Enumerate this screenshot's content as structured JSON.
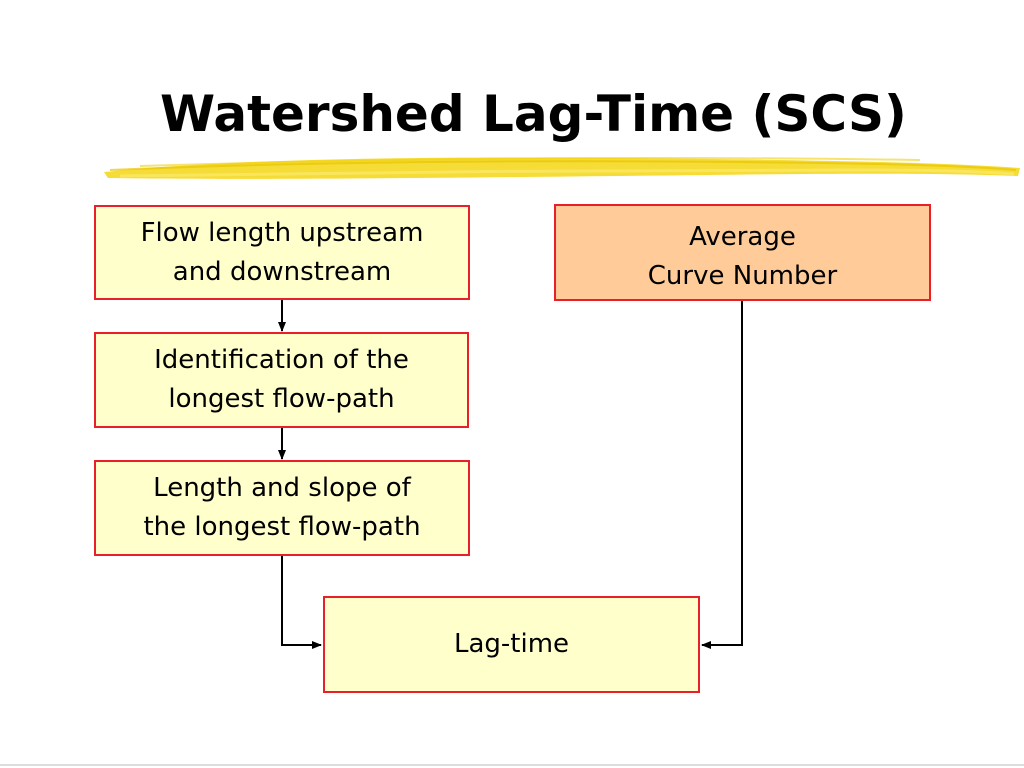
{
  "slide": {
    "title": "Watershed Lag-Time (SCS)"
  },
  "colors": {
    "box_fill": "#ffffcc",
    "box_fill_highlight": "#ffcc99",
    "box_border": "#e8202a",
    "title_underline": "#f5d820",
    "arrow": "#000000"
  },
  "nodes": [
    {
      "id": "flow-length",
      "label": "Flow length upstream\nand downstream"
    },
    {
      "id": "avg-curve-number",
      "label": "Average\nCurve Number"
    },
    {
      "id": "identify-path",
      "label": "Identification of the\nlongest flow-path"
    },
    {
      "id": "length-slope",
      "label": "Length and slope of\nthe longest flow-path"
    },
    {
      "id": "lag-time",
      "label": "Lag-time"
    }
  ],
  "edges": [
    {
      "from": "flow-length",
      "to": "identify-path"
    },
    {
      "from": "identify-path",
      "to": "length-slope"
    },
    {
      "from": "length-slope",
      "to": "lag-time"
    },
    {
      "from": "avg-curve-number",
      "to": "lag-time"
    }
  ]
}
